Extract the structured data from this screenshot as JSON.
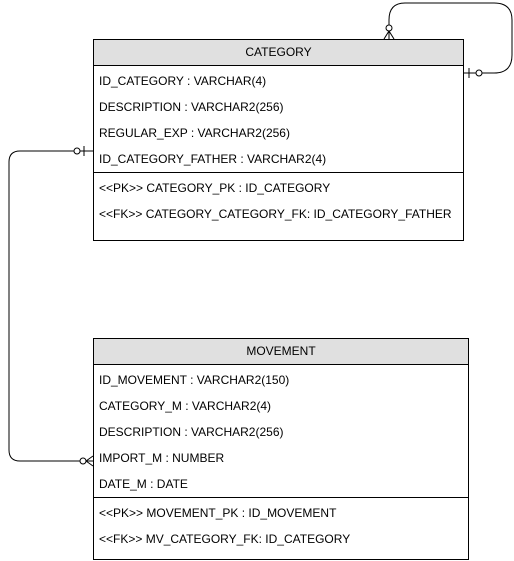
{
  "entities": {
    "category": {
      "name": "CATEGORY",
      "attributes": [
        "ID_CATEGORY : VARCHAR(4)",
        "DESCRIPTION : VARCHAR2(256)",
        "REGULAR_EXP : VARCHAR2(256)",
        "ID_CATEGORY_FATHER : VARCHAR2(4)"
      ],
      "keys": [
        "<<PK>> CATEGORY_PK : ID_CATEGORY",
        "<<FK>> CATEGORY_CATEGORY_FK: ID_CATEGORY_FATHER"
      ]
    },
    "movement": {
      "name": "MOVEMENT",
      "attributes": [
        "ID_MOVEMENT : VARCHAR2(150)",
        "CATEGORY_M : VARCHAR2(4)",
        "DESCRIPTION : VARCHAR2(256)",
        "IMPORT_M : NUMBER",
        "DATE_M : DATE"
      ],
      "keys": [
        "<<PK>> MOVEMENT_PK : ID_MOVEMENT",
        "<<FK>> MV_CATEGORY_FK: ID_CATEGORY"
      ]
    }
  },
  "relationships": [
    {
      "from": "CATEGORY",
      "to": "CATEGORY",
      "from_end": "zero-or-one",
      "to_end": "zero-or-many"
    },
    {
      "from": "CATEGORY",
      "to": "MOVEMENT",
      "from_end": "zero-or-one",
      "to_end": "zero-or-many"
    }
  ],
  "colors": {
    "header_bg": "#e0e0e0",
    "border": "#000000",
    "background": "#ffffff"
  }
}
